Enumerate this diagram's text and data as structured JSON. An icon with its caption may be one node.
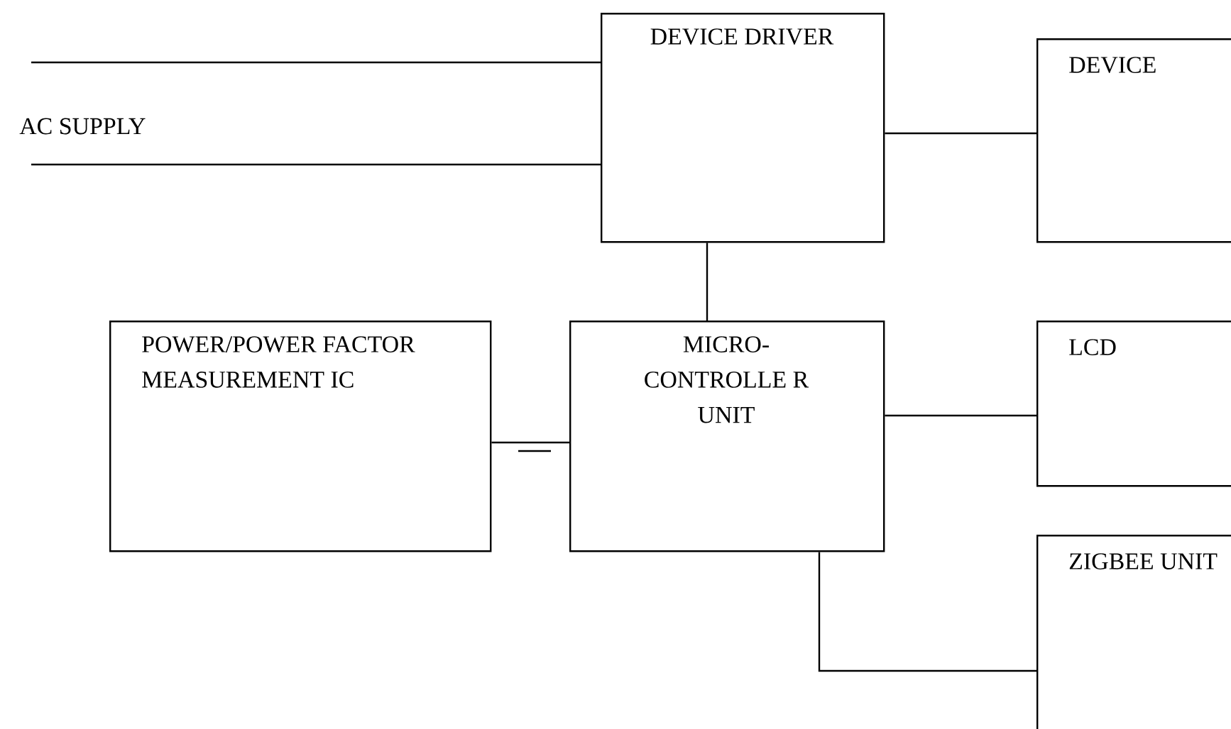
{
  "diagram": {
    "nodes": [
      {
        "text": [
          "DEVICE DRIVER"
        ]
      },
      {
        "text": [
          "DEVICE"
        ]
      },
      {
        "text": [
          "POWER/POWER FACTOR MEASUREMENT IC"
        ]
      },
      {
        "text": [
          "MICRO- CONTROLLE R UNIT"
        ]
      },
      {
        "text": [
          "LCD"
        ]
      },
      {
        "text": [
          "ZIGBEE UNIT"
        ]
      }
    ],
    "edges": [
      {
        "from": null,
        "to": 0,
        "arrow": "none"
      },
      {
        "from": null,
        "to": 0,
        "arrow": "none"
      },
      {
        "from": 0,
        "to": 1,
        "arrow": "none"
      },
      {
        "from": 0,
        "to": 3,
        "arrow": "none"
      },
      {
        "from": 2,
        "to": 3,
        "arrow": "none"
      },
      {
        "from": 3,
        "to": 4,
        "arrow": "none"
      },
      {
        "from": 3,
        "to": 5,
        "arrow": "none"
      }
    ],
    "labels": [
      "AC SUPPLY"
    ]
  }
}
